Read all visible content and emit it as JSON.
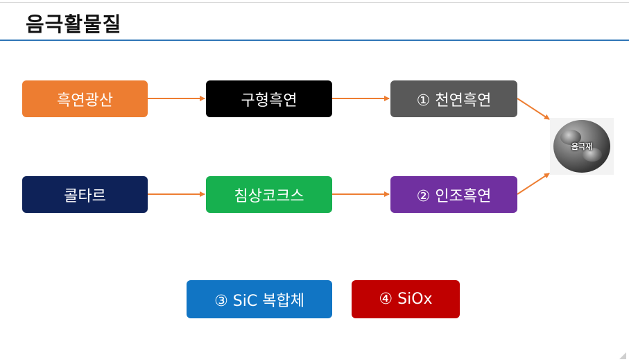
{
  "title": "음극활물질",
  "boxes": {
    "natural_ore": {
      "label": "흑연광산",
      "color": "#ed7d31"
    },
    "spherical": {
      "label": "구형흑연",
      "color": "#000000"
    },
    "natural_graphite": {
      "label": "① 천연흑연",
      "color": "#595959"
    },
    "coal_tar": {
      "label": "콜타르",
      "color": "#0e2258"
    },
    "needle_coke": {
      "label": "침상코크스",
      "color": "#17b04f"
    },
    "artificial_graphite": {
      "label": "② 인조흑연",
      "color": "#7030a0"
    },
    "sic": {
      "label": "③ SiC 복합체",
      "color": "#1175c4"
    },
    "siox": {
      "label": "④ SiOx",
      "color": "#c00000"
    }
  },
  "product": {
    "label": "음극재"
  },
  "arrow_color": "#ed7d31"
}
